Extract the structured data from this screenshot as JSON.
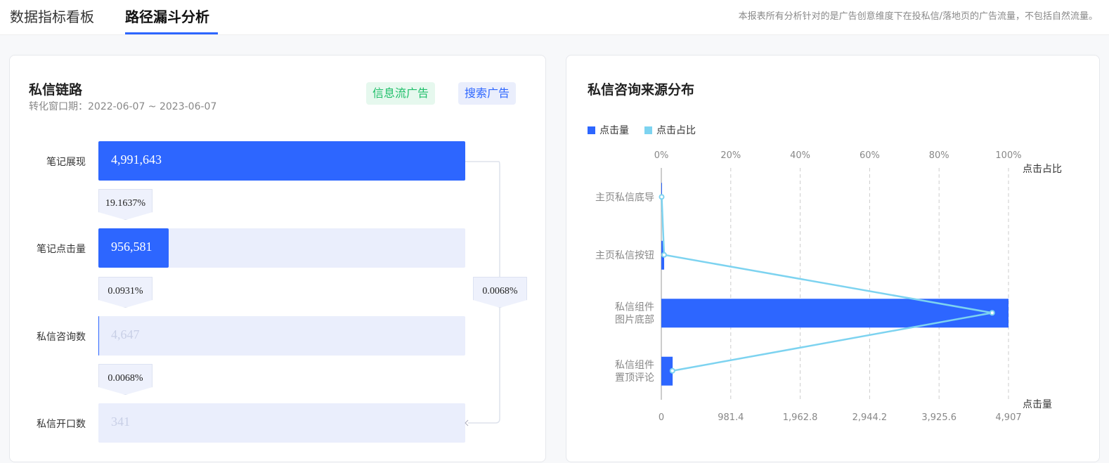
{
  "tabs": [
    {
      "label": "数据指标看板",
      "active": false
    },
    {
      "label": "路径漏斗分析",
      "active": true
    }
  ],
  "notice": "本报表所有分析针对的是广告创意维度下在投私信/落地页的广告流量，不包括自然流量。",
  "funnel": {
    "title": "私信链路",
    "window": "转化窗口期：2022-06-07 ~ 2023-06-07",
    "badges": [
      {
        "label": "信息流广告",
        "color": "#1fbf6a",
        "bg": "#e6f8ee"
      },
      {
        "label": "搜索广告",
        "color": "#2d66ff",
        "bg": "#eaeefc"
      }
    ],
    "steps": [
      {
        "label": "笔记展现",
        "value": "4,991,643",
        "fill": 1.0
      },
      {
        "label": "笔记点击量",
        "value": "956,581",
        "fill": 0.1916
      },
      {
        "label": "私信咨询数",
        "value": "4,647",
        "fill": 0.001
      },
      {
        "label": "私信开口数",
        "value": "341",
        "fill": 0.0001
      }
    ],
    "rates": [
      "19.1637%",
      "0.0931%",
      "0.0068%"
    ],
    "overall_rate": "0.0068%"
  },
  "source": {
    "title": "私信咨询来源分布",
    "chart_data": {
      "type": "bar",
      "orientation": "horizontal",
      "categories": [
        [
          "主页私信底导"
        ],
        [
          "主页私信按钮"
        ],
        [
          "私信组件",
          "图片底部"
        ],
        [
          "私信组件",
          "置顶评论"
        ]
      ],
      "series": [
        {
          "name": "点击量",
          "type": "bar",
          "color": "#2d66ff",
          "values": [
            3,
            40,
            4907,
            160
          ]
        },
        {
          "name": "点击占比",
          "type": "line",
          "color": "#7dd3f0",
          "values": [
            0.1,
            0.8,
            95.3,
            3.2
          ]
        }
      ],
      "x_bottom": {
        "label": "点击量",
        "ticks": [
          "0",
          "981.4",
          "1,962.8",
          "2,944.2",
          "3,925.6",
          "4,907"
        ],
        "range": [
          0,
          4907
        ]
      },
      "x_top": {
        "label": "点击占比",
        "ticks": [
          "0%",
          "20%",
          "40%",
          "60%",
          "80%",
          "100%"
        ],
        "range": [
          0,
          100
        ]
      },
      "legend": "top-left",
      "grid": true
    }
  }
}
